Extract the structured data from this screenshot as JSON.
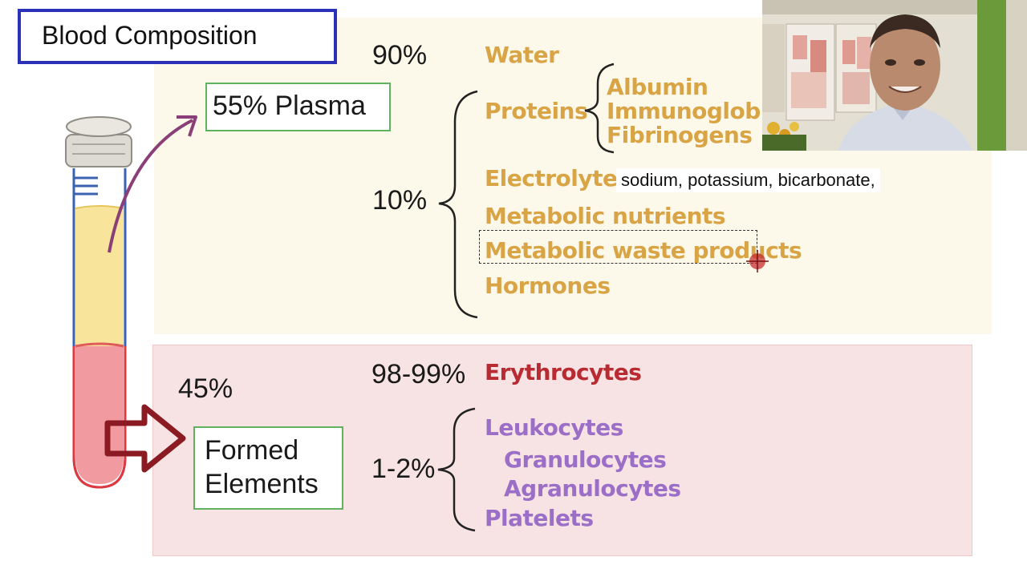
{
  "title": "Blood Composition",
  "plasma": {
    "label": "55% Plasma",
    "water": {
      "percent": "90%",
      "label": "Water"
    },
    "other_percent": "10%",
    "proteins": {
      "label": "Proteins",
      "types": [
        "Albumin",
        "Immunoglobins",
        "Fibrinogens"
      ]
    },
    "items": [
      "Electrolytes",
      "Metabolic nutrients",
      "Metabolic waste products",
      "Hormones"
    ],
    "electrolytes_note": "sodium, potassium, bicarbonate,"
  },
  "formed": {
    "percent": "45%",
    "label_line1": "Formed",
    "label_line2": "Elements",
    "erythrocytes": {
      "percent": "98-99%",
      "label": "Erythrocytes"
    },
    "other_percent": "1-2%",
    "leukocytes": "Leukocytes",
    "granulocytes": "Granulocytes",
    "agranulocytes": "Agranulocytes",
    "platelets": "Platelets"
  },
  "colors": {
    "plasma_text": "#d9a445",
    "erythrocytes_text": "#b92b32",
    "formed_text": "#9b6ec7",
    "title_border": "#2b32b8",
    "label_border": "#5fb35f"
  }
}
